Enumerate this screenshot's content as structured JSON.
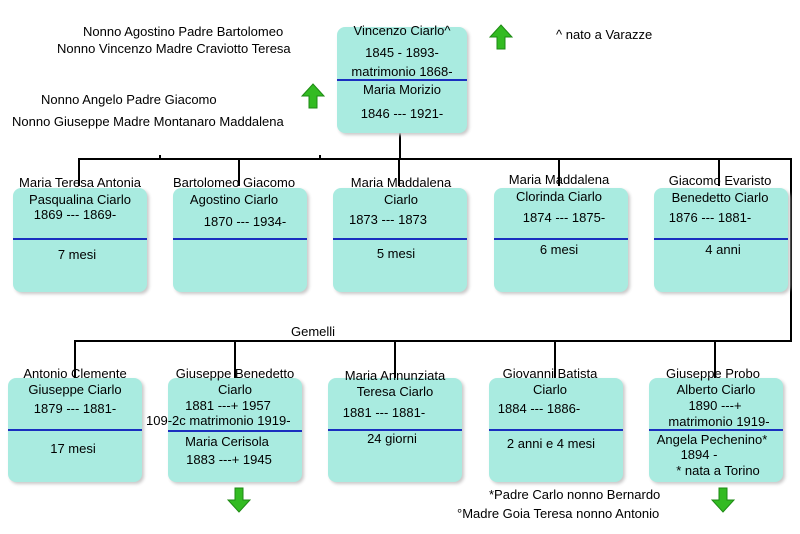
{
  "colors": {
    "box": "#a9ebe0",
    "separator": "#1a2fbf",
    "line": "#000000",
    "arrow": "#33bb22"
  },
  "notes": {
    "left1": "Nonno Agostino Padre Bartolomeo",
    "left2": "Nonno Vincenzo Madre Craviotto Teresa",
    "left3": "Nonno Angelo Padre Giacomo",
    "left4": "Nonno Giuseppe Madre Montanaro Maddalena",
    "right": "^ nato a Varazze",
    "gemelli": "Gemelli",
    "bottom1": "*Padre Carlo nonno Bernardo",
    "bottom2": "°Madre Goia Teresa nonno Antonio"
  },
  "parents": {
    "father_name": "Vincenzo Ciarlo^",
    "father_dates": "1845 - 1893-",
    "marriage": "matrimonio 1868-",
    "mother_name": "Maria Morizio",
    "mother_dates": "1846 --- 1921-"
  },
  "row1": [
    {
      "name1": "Maria Teresa Antonia",
      "name2": "Pasqualina Ciarlo",
      "dates": "1869 --- 1869-",
      "age": "7 mesi"
    },
    {
      "name1": "Bartolomeo Giacomo",
      "name2": "Agostino Ciarlo",
      "dates": "1870 --- 1934-",
      "age": ""
    },
    {
      "name1": "Maria Maddalena",
      "name2": "Ciarlo",
      "dates": "1873 --- 1873",
      "age": "5 mesi"
    },
    {
      "name1": "Maria Maddalena",
      "name2": "Clorinda Ciarlo",
      "dates": "1874 --- 1875-",
      "age": "6 mesi"
    },
    {
      "name1": "Giacomo Evaristo",
      "name2": "Benedetto Ciarlo",
      "dates": "1876 --- 1881-",
      "age": "4 anni"
    }
  ],
  "row2": [
    {
      "name1": "Antonio Clemente",
      "name2": "Giuseppe Ciarlo",
      "dates": "1879 --- 1881-",
      "age": "17 mesi"
    },
    {
      "name1": "Giuseppe Benedetto",
      "name2": "Ciarlo",
      "dates": "1881 ---+ 1957",
      "marriage": "109-2c matrimonio 1919-",
      "spouse": "Maria Cerisola",
      "spouse_dates": "1883 ---+ 1945"
    },
    {
      "name1": "Maria Annunziata",
      "name2": "Teresa Ciarlo",
      "dates": "1881 --- 1881-",
      "age": "24 giorni"
    },
    {
      "name1": "Giovanni Batista",
      "name2": "Ciarlo",
      "dates": "1884 --- 1886-",
      "age": "2 anni e 4 mesi"
    },
    {
      "name1": "Giuseppe Probo",
      "name2": "Alberto Ciarlo",
      "dates": "1890 ---+",
      "marriage": "matrimonio 1919-",
      "spouse": "Angela Pechenino*",
      "spouse_dates": "1894 -",
      "note": "* nata a Torino"
    }
  ]
}
